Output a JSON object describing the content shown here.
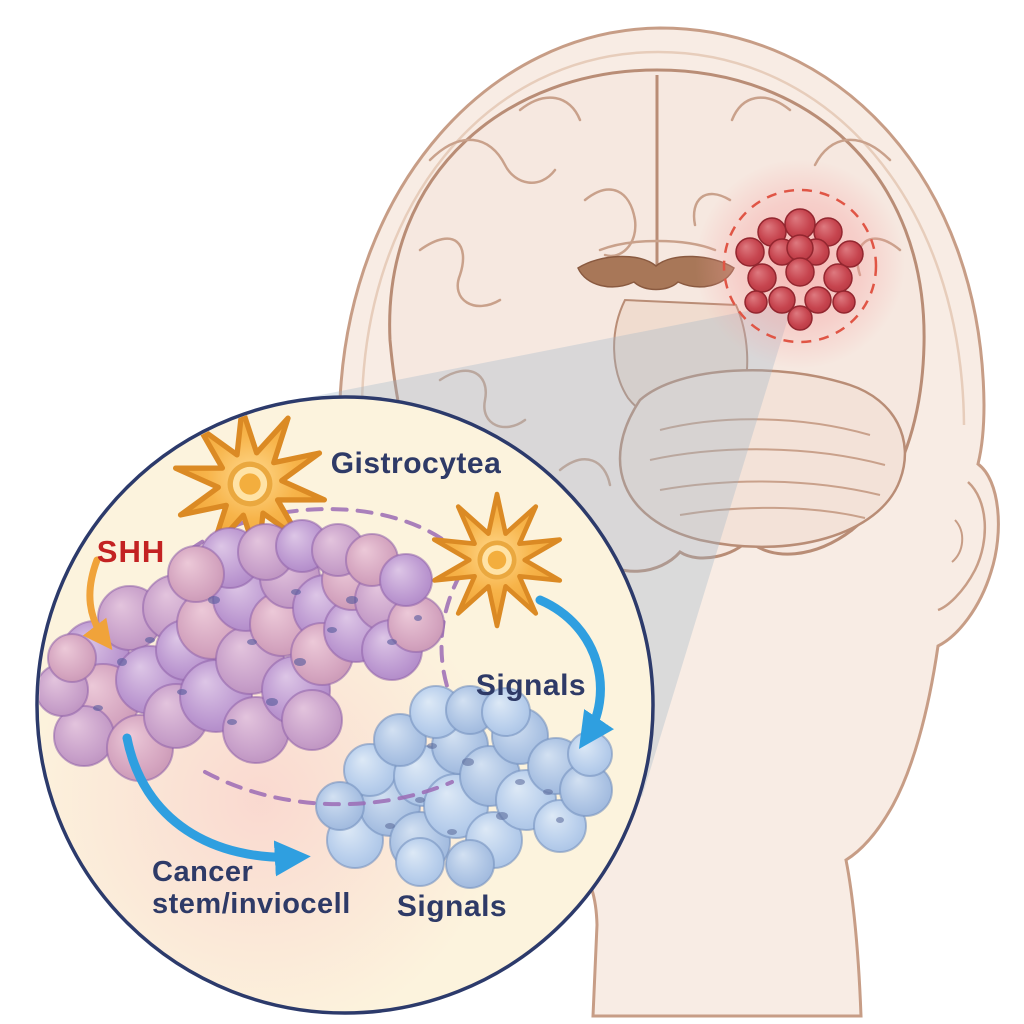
{
  "labels": {
    "astrocytes": "Gistrocytea",
    "shh": "SHH",
    "signals_mid": "Signals",
    "signals_bottom": "Signals",
    "cancer_stem_line1": "Cancer",
    "cancer_stem_line2": "stem/inviocell"
  },
  "colors": {
    "background": "#ffffff",
    "inset_background": "#fcf3dd",
    "inset_border": "#2c3a6b",
    "label_text": "#2e3a67",
    "shh_text": "#c32222",
    "arrow_blue": "#2f9fe0",
    "arrow_orange": "#f0a33a",
    "dashed_path_purple": "#9b6bb5",
    "astrocyte_orange": "#f2a53c",
    "stem_cell_purple": "#b48cc8",
    "signal_cell_blue": "#a9c3e4",
    "tumor_red": "#c6444e",
    "tumor_glow_pink": "#f6a0a0",
    "skin_tone": "#f8ece4",
    "brain_tone": "#f6e8e0",
    "brain_outline": "#b98d76"
  },
  "icons": {
    "astrocyte_icon": "ten-point-star-cell",
    "tumor_icon": "red-cell-cluster",
    "magnifier_inset_icon": "circle-callout",
    "arrow_icon": "curved-arrow"
  }
}
